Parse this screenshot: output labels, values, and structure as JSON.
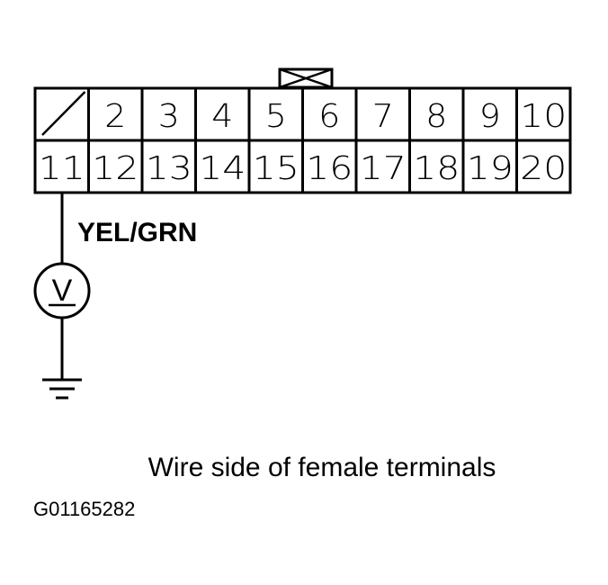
{
  "connector": {
    "top_row": [
      "",
      "2",
      "3",
      "4",
      "5",
      "6",
      "7",
      "8",
      "9",
      "10"
    ],
    "bottom_row": [
      "11",
      "12",
      "13",
      "14",
      "15",
      "16",
      "17",
      "18",
      "19",
      "20"
    ],
    "unused_pin": "1"
  },
  "wire": {
    "label": "YEL/GRN",
    "terminal": "11"
  },
  "meter": {
    "symbol": "V"
  },
  "ground_symbol": "ground-icon",
  "caption": "Wire side of female terminals",
  "figure_id": "G01165282"
}
